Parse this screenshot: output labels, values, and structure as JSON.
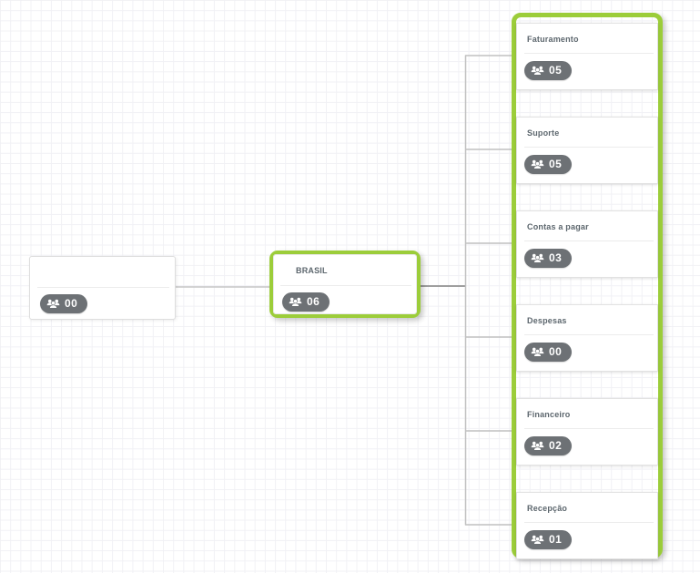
{
  "colors": {
    "highlight_green": "#9ccd3a",
    "badge_background": "#6d7175",
    "title_text": "#5c666d",
    "connector_light": "#c6c6c6",
    "connector_dark": "#9f9f9f",
    "grid_line": "#f1f1f5"
  },
  "icons": {
    "count_badge_icon": "users-icon"
  },
  "root_node": {
    "title": "",
    "count": "00"
  },
  "brasil_node": {
    "title": "BRASIL",
    "count": "06"
  },
  "children": [
    {
      "title": "Faturamento",
      "count": "05"
    },
    {
      "title": "Suporte",
      "count": "05"
    },
    {
      "title": "Contas a pagar",
      "count": "03"
    },
    {
      "title": "Despesas",
      "count": "00"
    },
    {
      "title": "Financeiro",
      "count": "02"
    },
    {
      "title": "Recepção",
      "count": "01"
    }
  ]
}
